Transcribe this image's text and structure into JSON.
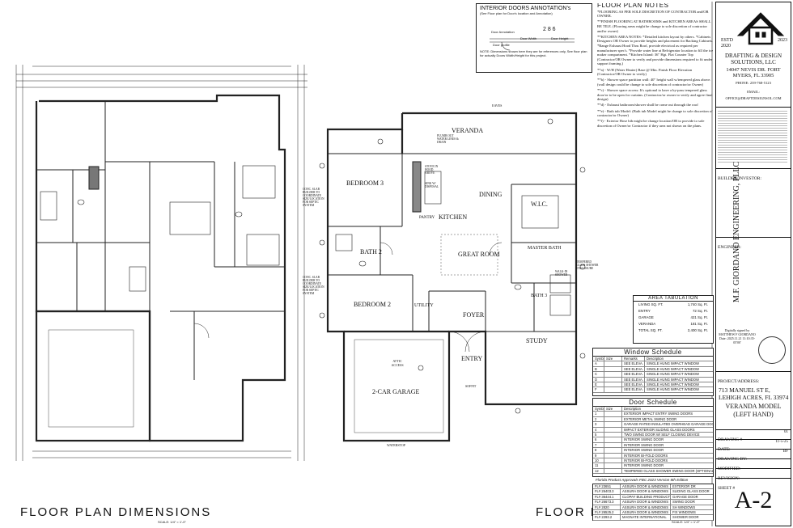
{
  "sheet": {
    "left_title": "FLOOR PLAN DIMENSIONS",
    "left_scale": "SCALE: 1/4\" = 1'-0\"",
    "right_title": "FLOOR PLAN CALLOUTS",
    "right_scale": "SCALE: 1/4\" = 1'-0\""
  },
  "rooms": {
    "veranda": "VERANDA",
    "bedroom3": "BEDROOM 3",
    "dining": "DINING",
    "kitchen": "KITCHEN",
    "pantry": "PANTRY",
    "wic": "W.I.C.",
    "bath2": "BATH 2",
    "great_room": "GREAT ROOM",
    "master_bath": "MASTER BATH",
    "bedroom2": "BEDROOM 2",
    "utility": "UTILITY",
    "foyer": "FOYER",
    "bath3": "BATH 3",
    "study": "STUDY",
    "entry": "ENTRY",
    "garage": "2-CAR GARAGE",
    "attic": "ATTIC ACCESS"
  },
  "callouts": {
    "plumbing": "PLUMB OUT WATER LINES & DRAIN",
    "stove": "STOVE IN HOOD ABOVE",
    "sink": "SINK W/ DISPOSAL",
    "septic1": "CONC. SLAB BUILDER TO COORDINATE SIZE/LOCATION FOR SEPTIC SYSTEM",
    "septic2": "CONC. SLAB BUILDER TO COORDINATE SIZE/LOCATION FOR SEPTIC SYSTEM",
    "walkin": "WALK-IN SHOWER",
    "tempered": "TEMPERED GLASS SHOWER ENCLOSURE",
    "waterstop": "WATERSTOP",
    "soffit": "SOFFIT",
    "eaves": "EAVES"
  },
  "interior_doors": {
    "title": "INTERIOR DOORS ANNOTATION's",
    "subtitle": "(See Floor plan for Door's location and Annotation)",
    "labels": [
      "Door Annotation",
      "Door Width",
      "Door Height",
      "Door profile"
    ],
    "sample": "2 8 6",
    "note": "NOTE: Dimensions shown here they are for references only, See floor plan for actually Doors Width/Height for this project."
  },
  "notes": {
    "title": "FLOOR PLAN NOTES",
    "items": [
      "*FLOORING AS PER SOLE DISCRETION OF CONTRACTOR and/OR OWNER.",
      "**FINISH FLOORING AT BATHROOMS and KITCHEN AREAS SHALL BE TILE. (Flooring areas might be change to sole discretion of contractor and/or owner)",
      "**KITCHEN AREA NOTES: *Detailed kitchen layout by others. *Cabinets Designers OR Owner to provide heights and placement for Backing Cabinets. *Range Exhaust Hood Thru Roof, provide electrical as required per manufacturer spec's. *Provide water line at Refrigerator location to fill the ice maker compartment. *Kitchen Island: 36\" Hgt. Flat Counter Top (Contractor/OR Owner to verify and provide dimensions required to fit under support framing.)",
      "**a) - W/H (Water Heater) Base @ Min. Finish Floor Elevation (Contractor/OR Owner to verify)",
      "**b) - Shower space partition wall: 40\" height wall w/tempered glass above. (wall design could be change to sole discretion of contractor/or Owner)",
      "**c) - Shower space access: It's optional to have a by-pass tempered glass door/or to be open for curtains. (Contractor/or owner to verify and agree final design)",
      "**d) - Exhaust bathroom/shower shall be come out through the roof",
      "**e) - Bath tub Model: (Bath tub Model might be change to sole discretion of contractor/or Owner)",
      "**f) - Exterior Hose bib might be change location/OR to provide to sole discretion of Owner/or Contractor if they area not shown on the plans."
    ]
  },
  "area_tabulation": {
    "title": "AREA TABULATION",
    "rows": [
      {
        "label": "LIVING SQ. FT.",
        "value": "1,740 Sq. Ft."
      },
      {
        "label": "ENTRY",
        "value": "72 Sq. Ft."
      },
      {
        "label": "GARAGE",
        "value": "421 Sq. Ft."
      },
      {
        "label": "VERANDA",
        "value": "181 Sq. Ft."
      },
      {
        "label": "TOTAL SQ. FT.",
        "value": "2,400 Sq. Ft."
      }
    ]
  },
  "window_schedule": {
    "title": "Window Schedule",
    "headers": [
      "Symbol",
      "Size",
      "Remarks",
      "Description"
    ],
    "rows": [
      [
        "A",
        "",
        "SEE ELEVA.",
        "SINGLE HUNG IMPACT WINDOW"
      ],
      [
        "B",
        "",
        "SEE ELEVA.",
        "SINGLE HUNG IMPACT WINDOW"
      ],
      [
        "C",
        "",
        "SEE ELEVA.",
        "SINGLE HUNG IMPACT WINDOW"
      ],
      [
        "D",
        "",
        "SEE ELEVA.",
        "SINGLE HUNG IMPACT WINDOW"
      ],
      [
        "E",
        "",
        "SEE ELEVA.",
        "SINGLE HUNG IMPACT WINDOW"
      ],
      [
        "F",
        "",
        "SEE ELEVA.",
        "SINGLE HUNG IMPACT WINDOW"
      ]
    ]
  },
  "door_schedule": {
    "title": "Door Schedule",
    "headers": [
      "Symbol",
      "Size",
      "Description"
    ],
    "rows": [
      [
        "1",
        "",
        "EXTERIOR IMPACT ENTRY SWING DOORS"
      ],
      [
        "2",
        "",
        "EXTERIOR METAL SWING DOOR"
      ],
      [
        "3",
        "",
        "GARAGE RATED INSULATED OVERHEAD GARAGE DOOR"
      ],
      [
        "4",
        "",
        "IMPACT EXTERIOR SLIDING GLASS DOORS"
      ],
      [
        "5",
        "",
        "TWO SWING DOOR W/ SELF CLOSING DEVICE"
      ],
      [
        "6",
        "",
        "INTERIOR SWING DOOR"
      ],
      [
        "7",
        "",
        "INTERIOR SWING DOOR"
      ],
      [
        "8",
        "",
        "INTERIOR SWING DOOR"
      ],
      [
        "9",
        "",
        "INTERIOR BI-FOLD DOORS"
      ],
      [
        "10",
        "",
        "INTERIOR BI-FOLD DOORS"
      ],
      [
        "11",
        "",
        "INTERIOR SWING DOOR"
      ],
      [
        "12",
        "",
        "TEMPERED GLASS SHOWER SWING DOOR (OPTIONAL)"
      ]
    ]
  },
  "product_approvals": {
    "title": "Florida Product Approvals FBC 2023 Version 8th Edition",
    "rows": [
      [
        "FL# 23651",
        "ASSURA DOOR & WINDOWS",
        "EXTERIOR DR"
      ],
      [
        "FL# 26403.3",
        "ASSURA DOOR & WINDOWS",
        "SLIDING GLASS DOOR"
      ],
      [
        "FL# 36444.1",
        "CLOPAY BUILDING PRODUCTS COMPANY",
        "GARAGE DOOR"
      ],
      [
        "FL# 26673.3",
        "ASSURA DOOR & WINDOWS",
        "SWING DOOR"
      ],
      [
        "FL# 2820",
        "ASSURA DOOR & WINDOWS",
        "SH WINDOWS"
      ],
      [
        "FL# 26525.2",
        "ASSURA DOOR & WINDOWS",
        "FIX WINDOWS"
      ],
      [
        "FL# 2293.2",
        "MAGNATE INTERNATIONAL",
        "SHOWER DOOR"
      ]
    ]
  },
  "title_block": {
    "estd": "ESTD",
    "year_left": "2020",
    "year_right": "2023",
    "company": "DRAFTING & DESIGN SOLUTIONS, LLC",
    "address": "14047 NEVIS DR. FORT MYERS, FL 33905",
    "phone": "PHONE: 239-768-5123",
    "email_label": "EMAIL:",
    "email": "OFFICE@DRAFTDESIGNSOL.COM",
    "builder_label": "BUILDER/INVESTOR:",
    "engineer_label": "ENGINEER:",
    "engineer_name": "M.F. GIORDANO ENGINEERING, PLLC",
    "signed": "Digitally signed by MATTHEW F GIORDANO Date: 2025.11.21 11:10:35-05'00'",
    "project_label": "PROJECT/ADDRESS:",
    "project_address": "713 MANUEL ST E, LEHIGH ACRES, FL 33974",
    "model": "VERANDA MODEL (LEFT HAND)",
    "drawing_no_label": "DRAWING #",
    "drawing_no": "01",
    "date_label": "DATE:",
    "date": "11-5-25",
    "drawing_by_label": "DRAWING BY:",
    "drawing_by": "BF",
    "modified_label": "MODIFIED:",
    "revision_label": "REVISION:",
    "sheet_label": "SHEET #",
    "sheet_no": "A-2"
  }
}
